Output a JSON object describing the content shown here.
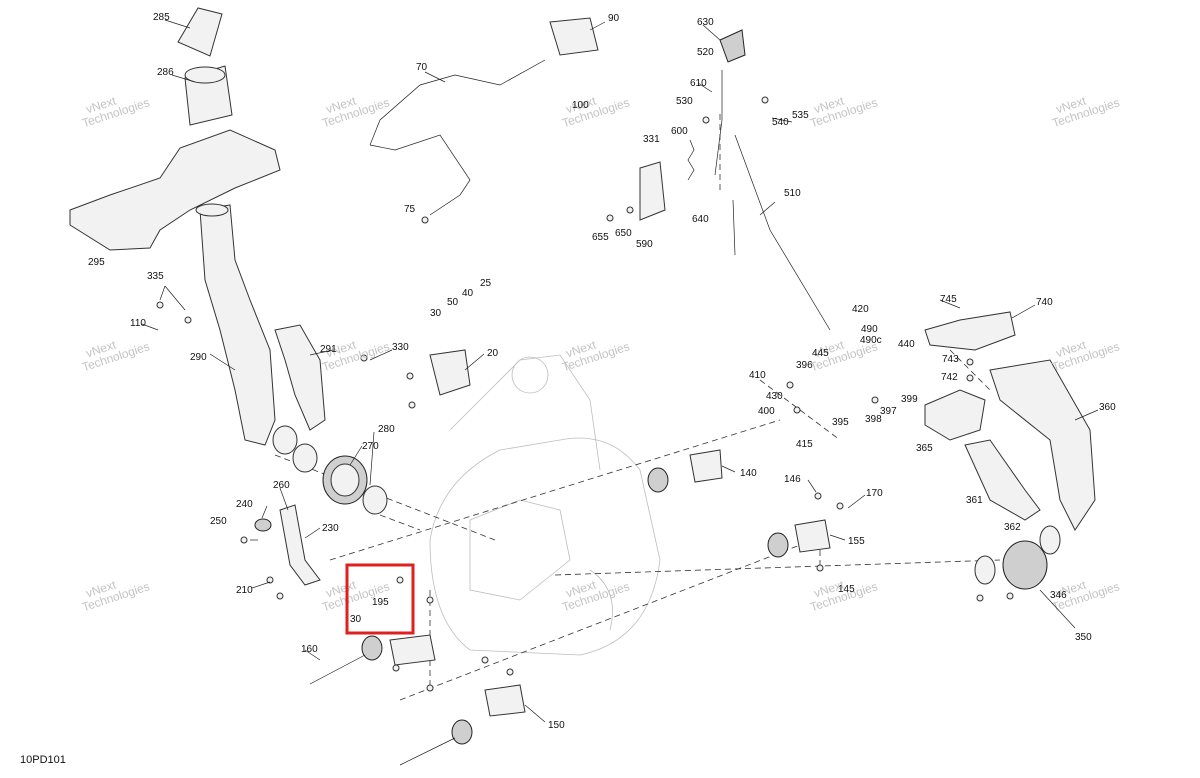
{
  "diagram": {
    "reference_code": "10PD101",
    "watermark_lines": [
      "vNext",
      "Technologies"
    ],
    "callouts": [
      "285",
      "286",
      "295",
      "335",
      "110",
      "290",
      "291",
      "330",
      "30",
      "50",
      "40",
      "25",
      "20",
      "70",
      "75",
      "90",
      "100",
      "630",
      "520",
      "610",
      "530",
      "540",
      "535",
      "600",
      "331",
      "640",
      "650",
      "655",
      "590",
      "510",
      "420",
      "490",
      "490c",
      "440",
      "396",
      "410",
      "430",
      "400",
      "445",
      "397",
      "399",
      "398",
      "395",
      "415",
      "745",
      "740",
      "743",
      "742",
      "360",
      "365",
      "361",
      "362",
      "346",
      "350",
      "280",
      "270",
      "260",
      "240",
      "250",
      "230",
      "210",
      "140",
      "146",
      "170",
      "155",
      "145",
      "160",
      "195",
      "30",
      "150"
    ]
  }
}
